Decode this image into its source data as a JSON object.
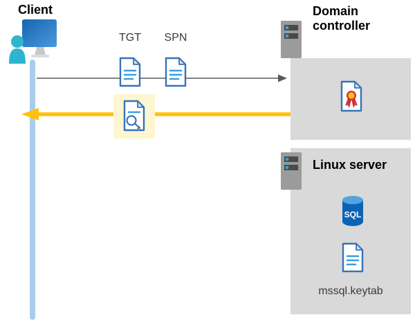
{
  "diagram": {
    "client": {
      "label": "Client"
    },
    "tickets": {
      "tgt_label": "TGT",
      "spn_label": "SPN"
    },
    "domain_controller": {
      "label_line1": "Domain",
      "label_line2": "controller"
    },
    "linux_server": {
      "label": "Linux server",
      "sql_label": "SQL",
      "keytab_label": "mssql.keytab"
    },
    "colors": {
      "box_gray": "#d9d9d9",
      "highlight_yellow": "#fdf6d0",
      "arrow_yellow": "#ffc10d",
      "arrow_gray": "#595959",
      "lifeline_blue": "#aacdeb",
      "doc_blue": "#3573b9",
      "doc_line_blue": "#3b9fe0",
      "doc_fold_blue": "#cfe3f5",
      "accent_blue": "#2aa7df",
      "server_gray": "#9b9b9b",
      "server_slot_gray": "#4a4a4a",
      "sql_blue": "#0c63b6",
      "sql_top_blue": "#53a4de",
      "seal_red": "#d13438",
      "seal_gold": "#ffc20e",
      "person_teal": "#2eb5cd",
      "monitor_blue_dark": "#1566b0",
      "monitor_blue_light": "#4b99dd"
    }
  }
}
